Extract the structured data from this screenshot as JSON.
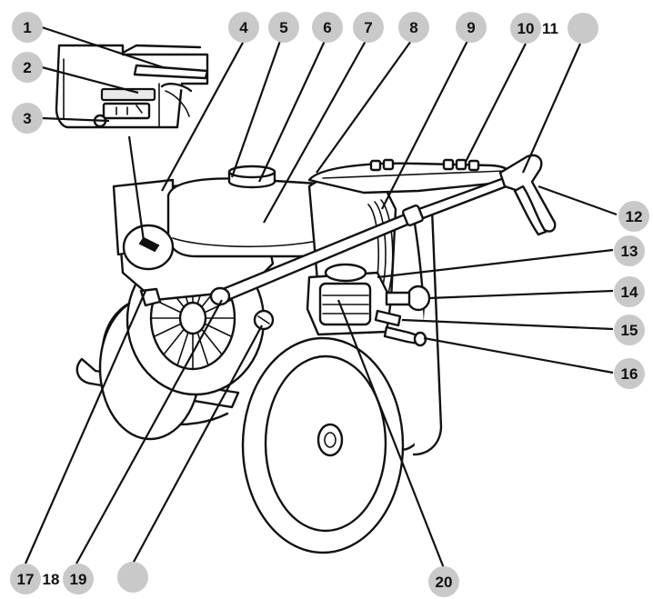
{
  "callouts": [
    {
      "id": "c1",
      "label": "1",
      "badge": true
    },
    {
      "id": "c2",
      "label": "2",
      "badge": true
    },
    {
      "id": "c3",
      "label": "3",
      "badge": true
    },
    {
      "id": "c4",
      "label": "4",
      "badge": true
    },
    {
      "id": "c5",
      "label": "5",
      "badge": true
    },
    {
      "id": "c6",
      "label": "6",
      "badge": true
    },
    {
      "id": "c7",
      "label": "7",
      "badge": true
    },
    {
      "id": "c8",
      "label": "8",
      "badge": true
    },
    {
      "id": "c9",
      "label": "9",
      "badge": true
    },
    {
      "id": "c10",
      "label": "10",
      "badge": true
    },
    {
      "id": "c11",
      "label": "11",
      "badge": false
    },
    {
      "id": "c11b",
      "label": "",
      "badge": true
    },
    {
      "id": "c12",
      "label": "12",
      "badge": true
    },
    {
      "id": "c13",
      "label": "13",
      "badge": true
    },
    {
      "id": "c14",
      "label": "14",
      "badge": true
    },
    {
      "id": "c15",
      "label": "15",
      "badge": true
    },
    {
      "id": "c16",
      "label": "16",
      "badge": true
    },
    {
      "id": "c17",
      "label": "17",
      "badge": true
    },
    {
      "id": "c18",
      "label": "18",
      "badge": false
    },
    {
      "id": "c19",
      "label": "19",
      "badge": true
    },
    {
      "id": "c19b",
      "label": "",
      "badge": true
    },
    {
      "id": "c20",
      "label": "20",
      "badge": true
    }
  ],
  "colors": {
    "badge": "#c9c9c9",
    "ink": "#111111",
    "background": "#ffffff"
  }
}
